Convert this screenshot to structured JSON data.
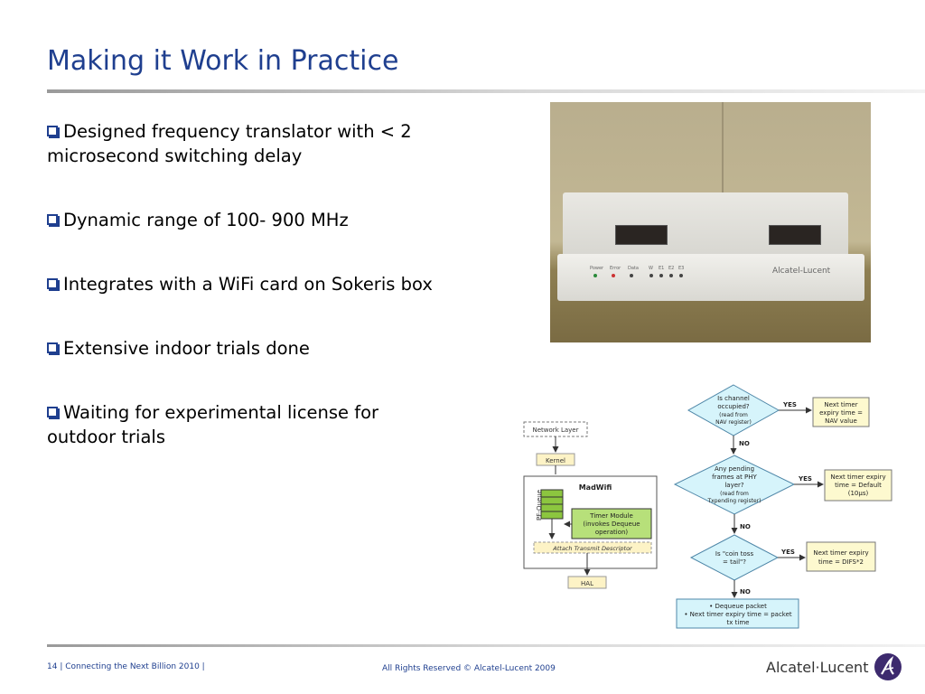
{
  "slide": {
    "title": "Making it Work in Practice",
    "bullets": [
      "Designed frequency translator with < 2 microsecond switching delay",
      "Dynamic range of 100- 900 MHz",
      "Integrates with a WiFi card on Sokeris box",
      "Extensive indoor trials done",
      "Waiting for experimental license for outdoor trials"
    ]
  },
  "photo": {
    "led_labels": [
      "Power",
      "Error",
      "Data",
      "W",
      "E1",
      "E2",
      "E3"
    ],
    "brand": "Alcatel-Lucent"
  },
  "stack": {
    "network_layer": "Network Layer",
    "kernel": "Kernel",
    "madwifi": "MadWifi",
    "pf_queue": "PF-Queue",
    "timer_module": [
      "Timer Module",
      "(invokes Dequeue",
      "operation)"
    ],
    "attach": "Attach Transmit Descriptor",
    "hal": "HAL"
  },
  "flowchart": {
    "d1": [
      "Is channel",
      "occupied?",
      "(read from",
      "NAV register)"
    ],
    "d2": [
      "Any pending",
      "frames at PHY",
      "layer?",
      "(read from",
      "Txpending register)"
    ],
    "d3": [
      "Is \"coin toss",
      "= tail\"?"
    ],
    "r1": [
      "Next timer",
      "expiry time =",
      "NAV value"
    ],
    "r2": [
      "Next timer expiry",
      "time = Default",
      "(10µs)"
    ],
    "r3": [
      "Next timer expiry",
      "time = DIFS*2"
    ],
    "final": [
      "• Dequeue packet",
      "• Next timer expiry time = packet",
      "tx time"
    ],
    "yes": "YES",
    "no": "NO"
  },
  "footer": {
    "left": "14 | Connecting the Next Billion 2010 |",
    "center": "All Rights Reserved © Alcatel-Lucent 2009",
    "logo": "Alcatel·Lucent"
  },
  "colors": {
    "title": "#1f3f8f",
    "flow_fill": "#d6f4fb",
    "flow_stroke": "#4f87a8",
    "result_fill": "#fdf9cf",
    "timer_fill": "#b7e07a",
    "kernel_fill": "#fdf3c6"
  }
}
